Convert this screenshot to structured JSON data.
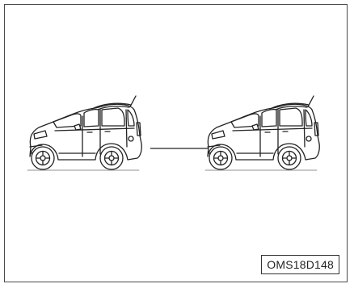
{
  "figure": {
    "code": "OMS18D148",
    "depicts": [
      "towing-vehicle",
      "tow-rope",
      "towed-vehicle"
    ]
  }
}
